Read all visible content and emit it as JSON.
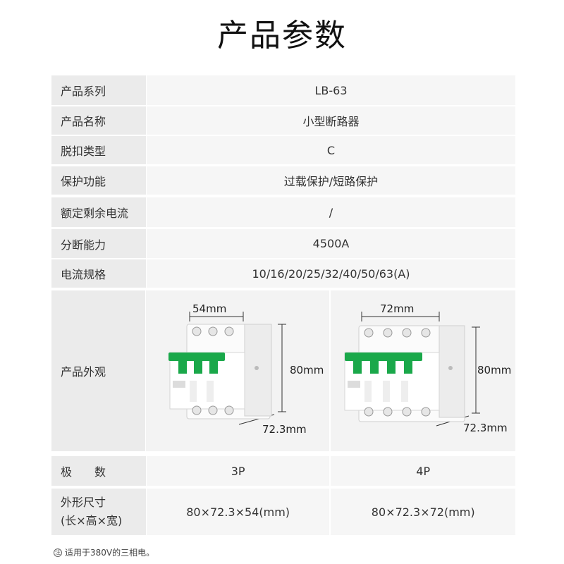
{
  "title": "产品参数",
  "rows": [
    {
      "label": "产品系列",
      "value": "LB-63"
    },
    {
      "label": "产品名称",
      "value": "小型断路器"
    },
    {
      "label": "脱扣类型",
      "value": "C"
    },
    {
      "label": "保护功能",
      "value": "过载保护/短路保护"
    },
    {
      "label": "额定剩余电流",
      "value": "/"
    },
    {
      "label": "分断能力",
      "value": "4500A"
    },
    {
      "label": "电流规格",
      "value": "10/16/20/25/32/40/50/63(A)"
    }
  ],
  "appearance": {
    "label": "产品外观",
    "products": [
      {
        "poles": 3,
        "width_label": "54mm",
        "height_label": "80mm",
        "depth_label": "72.3mm"
      },
      {
        "poles": 4,
        "width_label": "72mm",
        "height_label": "80mm",
        "depth_label": "72.3mm"
      }
    ]
  },
  "poles_row": {
    "label": "极　　数",
    "values": [
      "3P",
      "4P"
    ]
  },
  "size_row": {
    "label_line1": "外形尺寸",
    "label_line2": "(长×高×宽)",
    "values": [
      "80×72.3×54(mm)",
      "80×72.3×72(mm)"
    ]
  },
  "note": {
    "mark": "注",
    "text": "适用于380V的三相电。"
  },
  "colors": {
    "label_bg": "#ebebeb",
    "value_bg": "#f6f6f6",
    "handle_green": "#1aa84a",
    "body_white": "#fafafa"
  }
}
